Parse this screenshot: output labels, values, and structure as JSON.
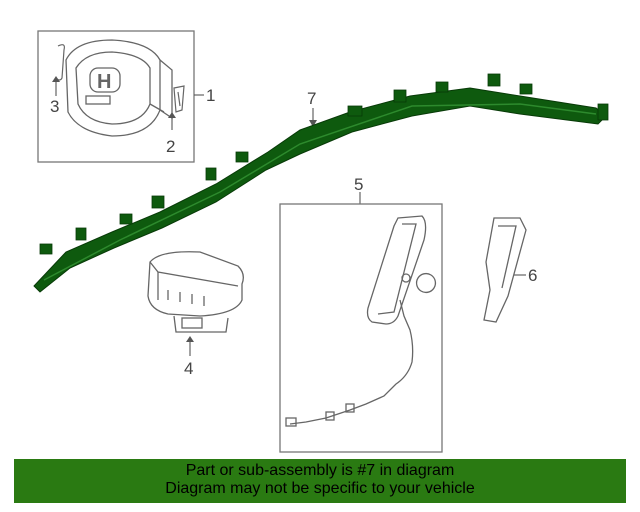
{
  "diagram": {
    "callouts": {
      "c1": "1",
      "c2": "2",
      "c3": "3",
      "c4": "4",
      "c5": "5",
      "c6": "6",
      "c7": "7"
    },
    "logo_text": "H"
  },
  "banner": {
    "line1": "Part or sub-assembly is #7 in diagram",
    "line2": "Diagram may not be specific to your vehicle"
  },
  "colors": {
    "highlight": "#0e5a0e",
    "banner_bg": "#2a7a12",
    "line": "#555555"
  }
}
